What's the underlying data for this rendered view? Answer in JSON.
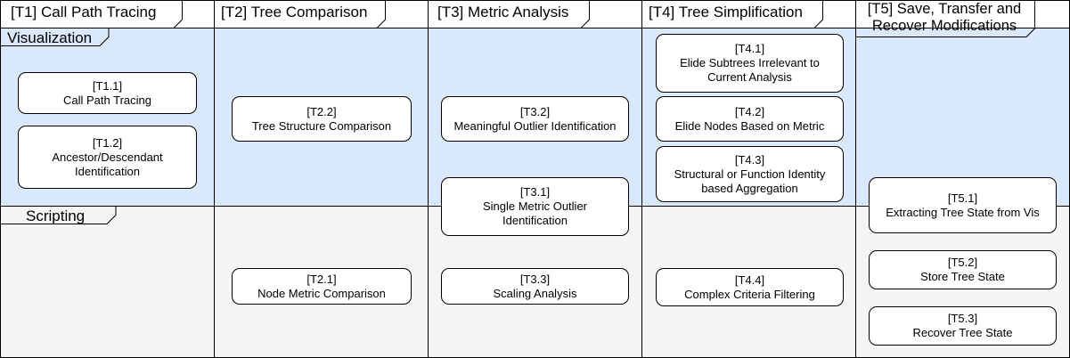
{
  "columns": [
    {
      "title": "[T1] Call Path Tracing"
    },
    {
      "title": "[T2] Tree Comparison"
    },
    {
      "title": "[T3] Metric Analysis"
    },
    {
      "title": "[T4] Tree Simplification"
    },
    {
      "title_line1": "[T5]  Save, Transfer and",
      "title_line2": "Recover Modifications"
    }
  ],
  "lanes": {
    "visualization": "Visualization",
    "scripting": "Scripting"
  },
  "tasks": {
    "t1_1": {
      "id": "[T1.1]",
      "line1": "Call Path Tracing"
    },
    "t1_2": {
      "id": "[T1.2]",
      "line1": "Ancestor/Descendant",
      "line2": "Identification"
    },
    "t2_2": {
      "id": "[T2.2]",
      "line1": "Tree Structure Comparison"
    },
    "t2_1": {
      "id": "[T2.1]",
      "line1": "Node Metric Comparison"
    },
    "t3_2": {
      "id": "[T3.2]",
      "line1": "Meaningful Outlier Identification"
    },
    "t3_1": {
      "id": "[T3.1]",
      "line1": "Single Metric Outlier",
      "line2": "Identification"
    },
    "t3_3": {
      "id": "[T3.3]",
      "line1": "Scaling Analysis"
    },
    "t4_1": {
      "id": "[T4.1]",
      "line1": "Elide Subtrees Irrelevant to",
      "line2": "Current Analysis"
    },
    "t4_2": {
      "id": "[T4.2]",
      "line1": "Elide Nodes Based on Metric"
    },
    "t4_3": {
      "id": "[T4.3]",
      "line1": "Structural or Function Identity",
      "line2": "based Aggregation"
    },
    "t4_4": {
      "id": "[T4.4]",
      "line1": "Complex Criteria Filtering"
    },
    "t5_1": {
      "id": "[T5.1]",
      "line1": "Extracting Tree State from Vis"
    },
    "t5_2": {
      "id": "[T5.2]",
      "line1": "Store Tree State"
    },
    "t5_3": {
      "id": "[T5.3]",
      "line1": "Recover Tree State"
    }
  },
  "colors": {
    "visualization_lane": "#dae8fc",
    "scripting_lane": "#f5f5f5",
    "border": "#000000"
  }
}
